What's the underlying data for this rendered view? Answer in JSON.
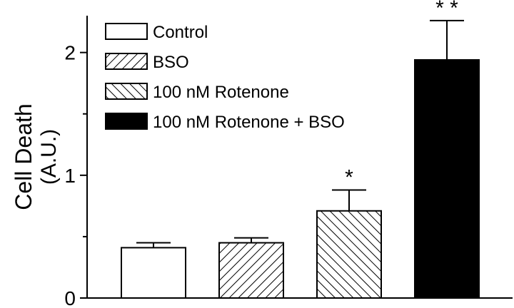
{
  "chart_data": {
    "type": "bar",
    "title": "",
    "xlabel": "",
    "ylabel": "Cell Death",
    "ylabel_unit": "(A.U.)",
    "ylim": [
      0,
      2.3
    ],
    "yticks": [
      0,
      1,
      2
    ],
    "ytick_labels": [
      "0",
      "1",
      "2"
    ],
    "grid": false,
    "legend_position": "top-left",
    "series": [
      {
        "name": "Control",
        "value": 0.41,
        "error": 0.04,
        "fill": "white",
        "significance": ""
      },
      {
        "name": "BSO",
        "value": 0.45,
        "error": 0.04,
        "fill": "hatch-forward",
        "significance": ""
      },
      {
        "name": "100 nM Rotenone",
        "value": 0.71,
        "error": 0.17,
        "fill": "hatch-back",
        "significance": "*"
      },
      {
        "name": "100 nM Rotenone + BSO",
        "value": 1.94,
        "error": 0.32,
        "fill": "black",
        "significance": "* *"
      }
    ]
  }
}
